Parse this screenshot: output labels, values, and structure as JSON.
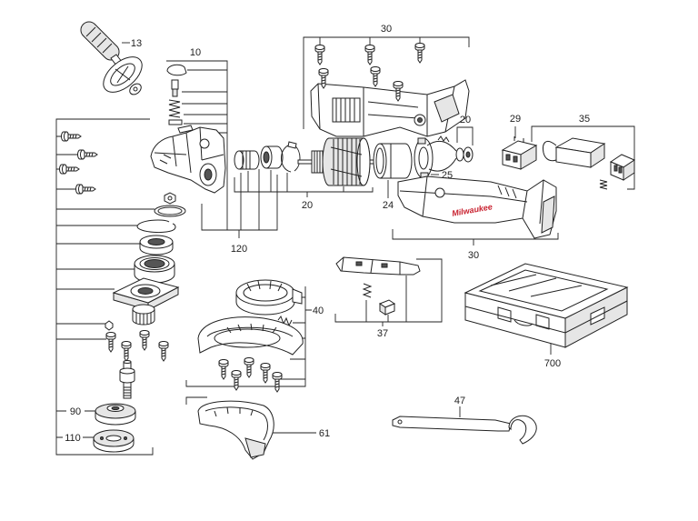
{
  "diagram": {
    "labels": {
      "p13": "13",
      "p10": "10",
      "p30_top": "30",
      "p20_right": "20",
      "p29": "29",
      "p35": "35",
      "p25": "25",
      "p20_armature": "20",
      "p24": "24",
      "p30_bottom": "30",
      "p120": "120",
      "p40": "40",
      "p37": "37",
      "p700": "700",
      "p90": "90",
      "p110": "110",
      "p61": "61",
      "p47": "47"
    },
    "logo_text": "Milwaukee",
    "logo_color": "#c8202e"
  }
}
